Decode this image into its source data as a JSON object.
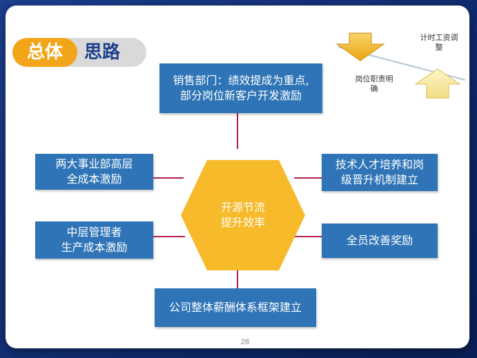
{
  "title": {
    "left": "总体",
    "right": "思路"
  },
  "top_box": {
    "line1": "销售部门：绩效提成为重点,",
    "line2": "部分岗位新客户开发激励"
  },
  "left_top_box": {
    "line1": "两大事业部高层",
    "line2": "全成本激励"
  },
  "left_bottom_box": {
    "line1": "中层管理者",
    "line2": "生产成本激励"
  },
  "right_top_box": {
    "line1": "技术人才培养和岗",
    "line2": "级晋升机制建立"
  },
  "right_bottom_box": {
    "line1": "全员改善奖励"
  },
  "bottom_box": {
    "line1": "公司整体薪酬体系框架建立"
  },
  "center": {
    "line1": "开源节流",
    "line2": "提升效率"
  },
  "corner": {
    "label_right_line1": "计时工资调",
    "label_right_line2": "整",
    "label_left_line1": "岗位职责明",
    "label_left_line2": "确"
  },
  "page_number": "28",
  "colors": {
    "box_blue": "#2e74b6",
    "hex_yellow": "#f6ba2a",
    "title_orange": "#f3a51a",
    "title_blue": "#1c3f8c",
    "connector": "#b21f4f",
    "background": "#143378"
  }
}
